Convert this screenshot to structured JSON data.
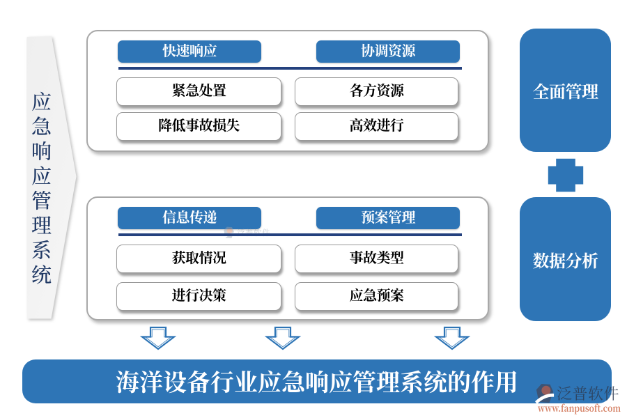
{
  "colors": {
    "primary_blue": "#2E75B6",
    "navy_line": "#24417E",
    "navy_text": "#1F3864",
    "panel_border": "#A8A8A8",
    "pentagon_fill": "#F1F1F1",
    "item_text": "#000000",
    "white": "#FFFFFF",
    "watermark_url_red": "#C95D3A"
  },
  "left_banner": {
    "text": "应急响应管理系统"
  },
  "panels": [
    {
      "columns": [
        {
          "header": "快速响应",
          "items": [
            "紧急处置",
            "降低事故损失"
          ]
        },
        {
          "header": "协调资源",
          "items": [
            "各方资源",
            "高效进行"
          ]
        }
      ]
    },
    {
      "columns": [
        {
          "header": "信息传递",
          "items": [
            "获取情况",
            "进行决策"
          ]
        },
        {
          "header": "预案管理",
          "items": [
            "事故类型",
            "应急预案"
          ]
        }
      ]
    }
  ],
  "side_boxes": [
    {
      "label": "全面管理"
    },
    {
      "label": "数据分析"
    }
  ],
  "icons": {
    "plus": "plus-connector",
    "arrows_down": 3
  },
  "banner": {
    "title": "海洋设备行业应急响应管理系统的作用"
  },
  "watermark": {
    "brand": "泛普软件",
    "url": "www.fanpusoft.com"
  }
}
